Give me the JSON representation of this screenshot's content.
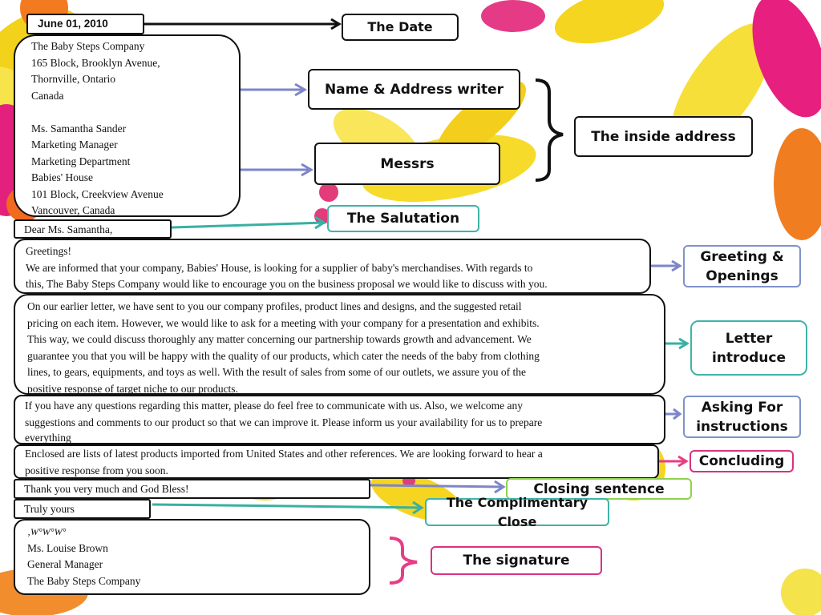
{
  "colors": {
    "label_black": "#111111",
    "label_blue": "#7f93c8",
    "label_teal": "#3fb3a8",
    "label_pink": "#d9327f",
    "label_green": "#8fd14f",
    "arrow_blue": "#7d86c8",
    "arrow_teal": "#38b0a3",
    "arrow_pink": "#e83d86",
    "bracket_black": "#111111",
    "bracket_pink": "#e83d86"
  },
  "letter": {
    "date": "June  01, 2010",
    "addresses": [
      "The Baby Steps Company",
      "165 Block, Brooklyn Avenue,",
      "Thornville, Ontario",
      "Canada",
      "",
      "Ms. Samantha Sander",
      "Marketing Manager",
      "Marketing Department",
      "Babies' House",
      "101 Block, Creekview Avenue",
      "Vancouver, Canada"
    ],
    "salutation": "Dear Ms. Samantha,",
    "greeting": {
      "line1": "Greetings!",
      "line2": "We are informed that your company, Babies' House, is looking for a supplier of baby's merchandises. With regards to",
      "line3": "this, The Baby Steps Company would like to encourage you on the business proposal we would like to discuss with you."
    },
    "introduce": [
      "On our earlier letter, we have sent to you our company profiles, product lines and designs, and the suggested retail",
      "pricing on each item. However, we would like to ask for a meeting with your company for a presentation and exhibits.",
      "This way, we could discuss thoroughly any matter concerning our partnership towards growth and advancement. We",
      "guarantee you that you will be happy with the quality of our products, which cater the needs of the baby from clothing",
      "lines, to gears, equipments, and toys as well. With the result of sales from some of our outlets, we assure you of the",
      "positive response of target niche to our products."
    ],
    "instructions": [
      "If you have any questions regarding this matter, please do feel free to communicate with us. Also, we welcome any",
      "suggestions and comments to our product so that we can improve it. Please inform us your availability for us to prepare",
      "everything"
    ],
    "concluding": [
      "Enclosed are lists of latest products imported from United States and other references. We are looking forward to hear a",
      "positive response from you soon."
    ],
    "closing_sentence": "Thank you very much and God Bless!",
    "complimentary_close": "Truly yours",
    "signature": {
      "mark": "‚W°W°W°",
      "name": "Ms. Louise Brown",
      "title": "General Manager",
      "company": "The Baby Steps Company"
    }
  },
  "labels": {
    "date": "The Date",
    "writer": "Name & Address writer",
    "messrs": "Messrs",
    "inside_address": "The inside address",
    "salutation": "The Salutation",
    "greeting_line1": "Greeting &",
    "greeting_line2": "Openings",
    "introduce_line1": "Letter",
    "introduce_line2": "introduce",
    "instructions_line1": "Asking For",
    "instructions_line2": "instructions",
    "concluding": "Concluding",
    "closing": "Closing sentence",
    "complimentary": "The Complimentary Close",
    "signature": "The signature"
  }
}
